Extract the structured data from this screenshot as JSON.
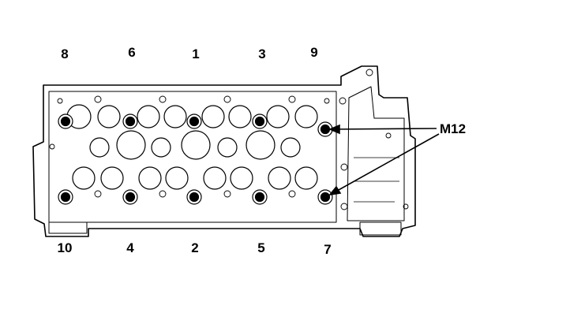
{
  "top_sequence_labels": [
    "8",
    "6",
    "1",
    "3",
    "9"
  ],
  "bottom_sequence_labels": [
    "10",
    "4",
    "2",
    "5",
    "7"
  ],
  "callout": {
    "label": "M12"
  },
  "colors": {
    "ink": "#000000",
    "paper": "#ffffff"
  }
}
